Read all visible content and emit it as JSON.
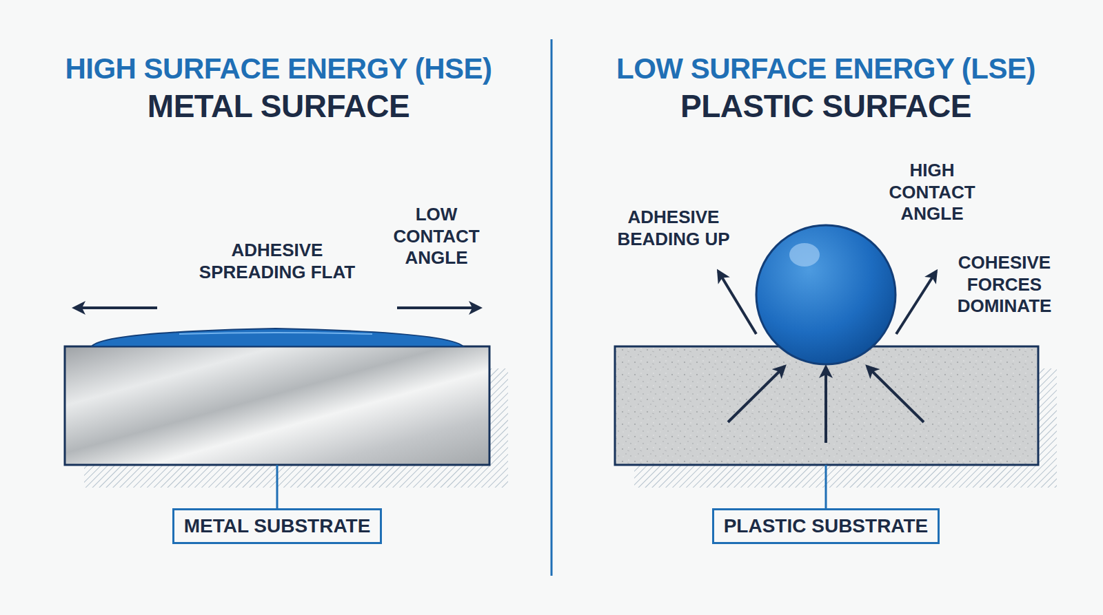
{
  "diagram": {
    "nodes": [
      {
        "text": [
          "METAL SUBSTRATE"
        ]
      },
      {
        "text": [
          "PLASTIC SUBSTRATE"
        ]
      }
    ],
    "labels": [
      "HIGH SURFACE ENERGY (HSE)",
      "METAL SURFACE",
      "LOW SURFACE ENERGY (LSE)",
      "PLASTIC SURFACE",
      "ADHESIVE SPREADING FLAT",
      "LOW CONTACT ANGLE",
      "ADHESIVE BEADING UP",
      "HIGH CONTACT ANGLE",
      "COHESIVE FORCES DOMINATE"
    ]
  }
}
